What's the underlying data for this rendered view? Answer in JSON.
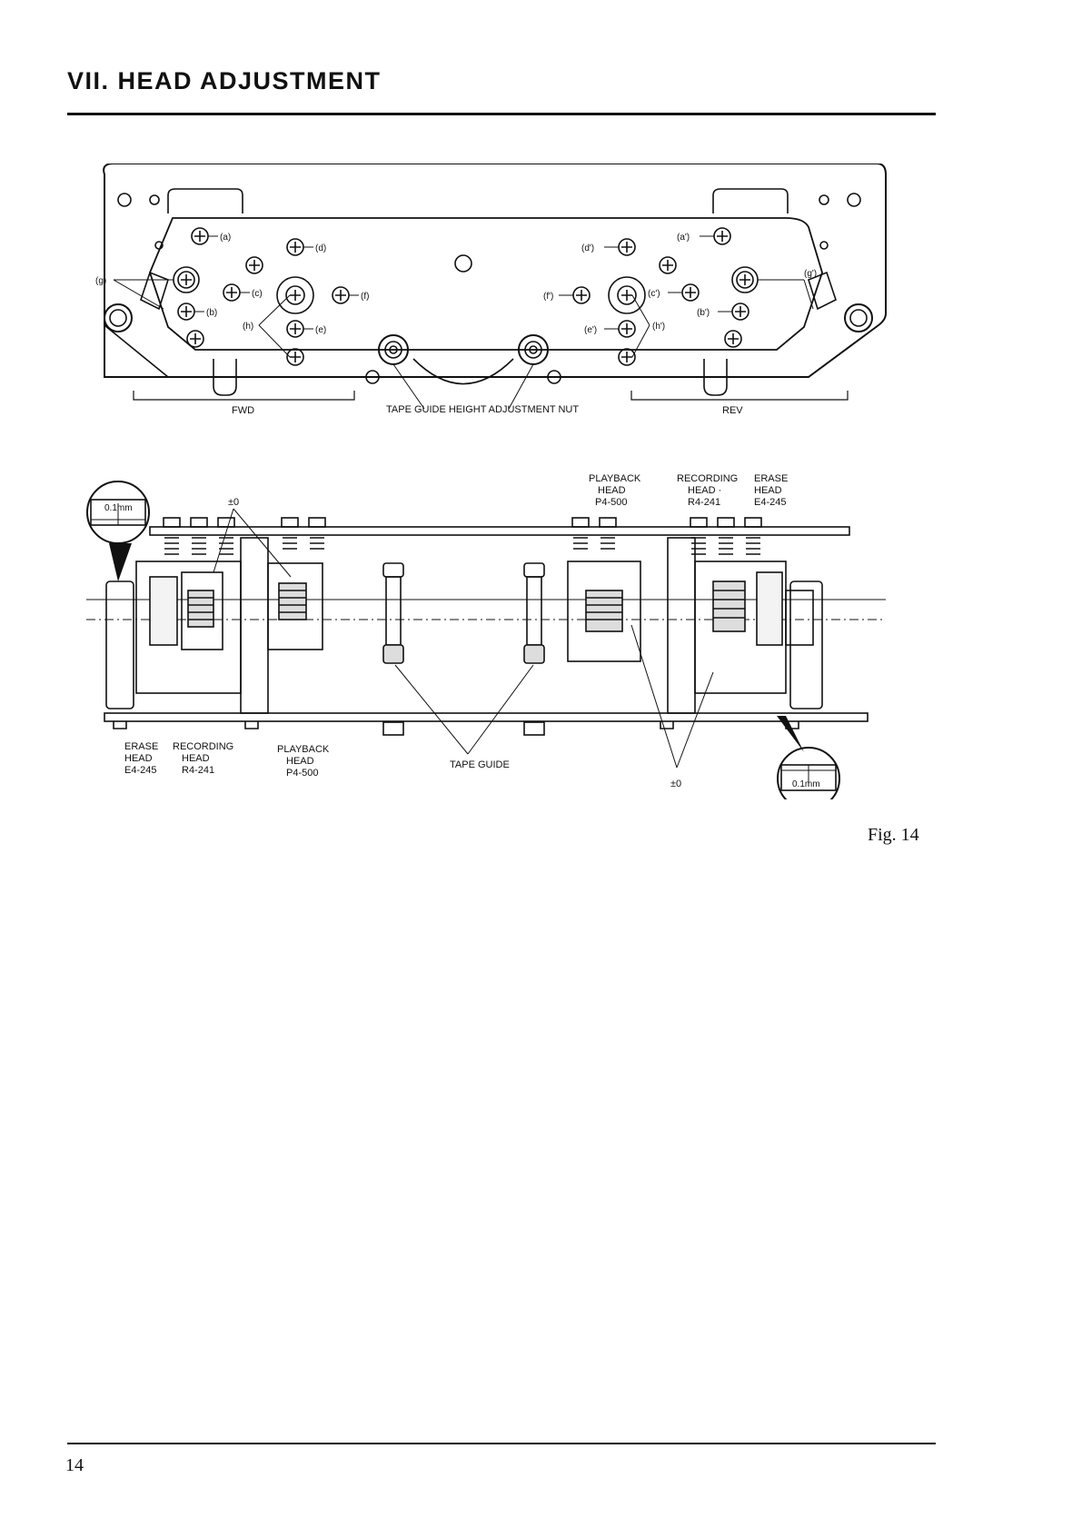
{
  "header": {
    "title": "VII. HEAD ADJUSTMENT"
  },
  "figure": {
    "caption": "Fig. 14",
    "top_view": {
      "labels": {
        "a": "(a)",
        "b": "(b)",
        "c": "(c)",
        "d": "(d)",
        "e": "(e)",
        "f": "(f)",
        "g": "(g)",
        "h": "(h)",
        "a2": "(a')",
        "b2": "(b')",
        "c2": "(c')",
        "d2": "(d')",
        "e2": "(e')",
        "f2": "(f')",
        "g2": "(g')",
        "h2": "(h')"
      },
      "fwd_label": "FWD",
      "nut_label": "TAPE GUIDE HEIGHT ADJUSTMENT NUT",
      "rev_label": "REV"
    },
    "side_view": {
      "left_heads": [
        {
          "name": "ERASE",
          "sub": "HEAD",
          "model": "E4-245"
        },
        {
          "name": "RECORDING",
          "sub": "HEAD",
          "model": "R4-241"
        },
        {
          "name": "PLAYBACK",
          "sub": "HEAD",
          "model": "P4-500"
        }
      ],
      "right_heads": [
        {
          "name": "PLAYBACK",
          "sub": "HEAD",
          "model": "P4-500"
        },
        {
          "name": "RECORDING",
          "sub": "HEAD ·",
          "model": "R4-241"
        },
        {
          "name": "ERASE",
          "sub": "HEAD",
          "model": "E4-245"
        }
      ],
      "tape_guide_label": "TAPE GUIDE",
      "zero_label": "±0",
      "gap_label": "0.1mm"
    }
  },
  "footer": {
    "page_number": "14"
  }
}
